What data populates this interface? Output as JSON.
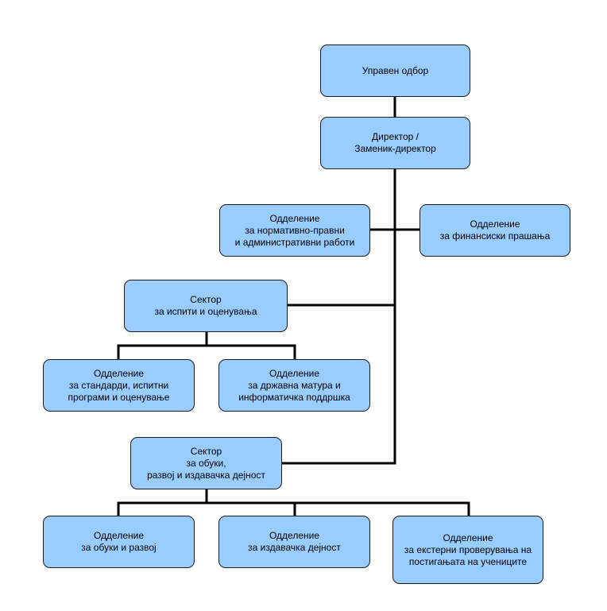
{
  "colors": {
    "box_fill": "#99ccff",
    "box_border": "#1a1a1a",
    "line": "#000000"
  },
  "nodes": {
    "board": {
      "lines": [
        "Управен одбор"
      ]
    },
    "director": {
      "lines": [
        "Директор /",
        "Заменик-директор"
      ]
    },
    "legal": {
      "lines": [
        "Одделение",
        "за нормативно-правни",
        "и административни  работи"
      ]
    },
    "finance": {
      "lines": [
        "Одделение",
        "за финансиски прашања"
      ]
    },
    "sector_exams": {
      "lines": [
        "Сектор",
        "за испити и оценувања"
      ]
    },
    "standards": {
      "lines": [
        "Одделение",
        "за стандарди, испитни",
        "програми и оценување"
      ]
    },
    "matura": {
      "lines": [
        "Одделение",
        "за државна матура и",
        "информатичка поддршка"
      ]
    },
    "sector_training": {
      "lines": [
        "Сектор",
        "за обуки,",
        "развој и издавачка дејност"
      ]
    },
    "training": {
      "lines": [
        "Одделение",
        "за обуки и развој"
      ]
    },
    "publishing": {
      "lines": [
        "Одделение",
        "за издавачка дејност"
      ]
    },
    "external": {
      "lines": [
        "Одделение",
        "за екстерни проверувања на",
        "постигањата на учениците"
      ]
    }
  }
}
